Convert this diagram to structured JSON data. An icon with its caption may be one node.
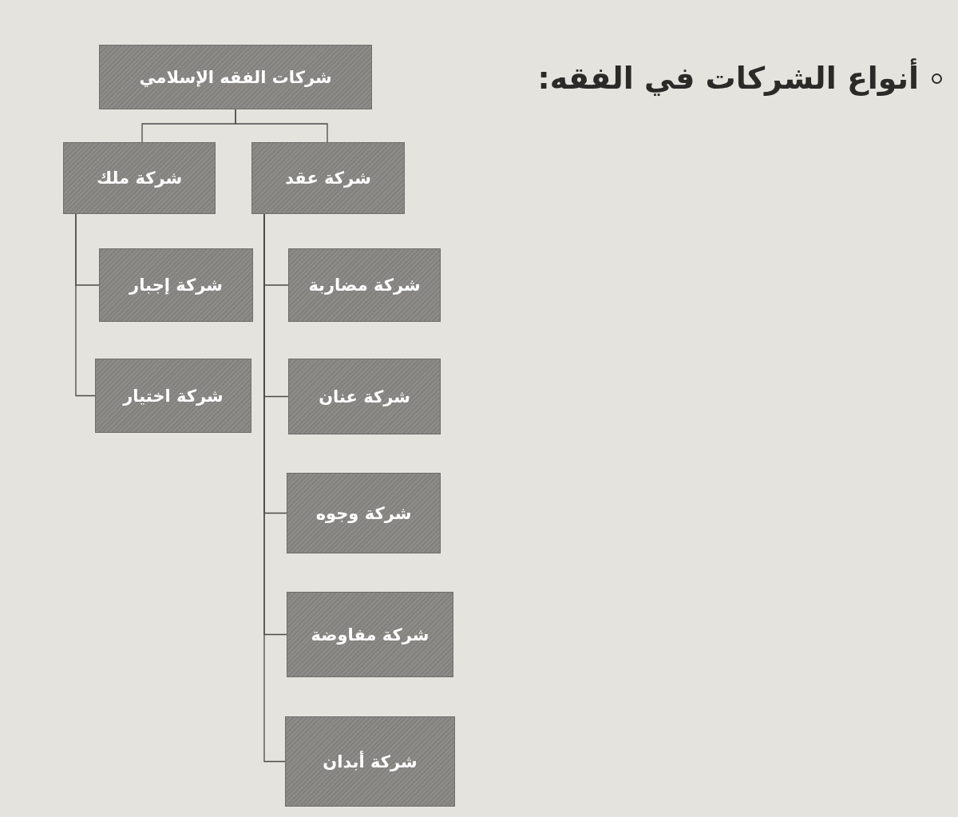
{
  "diagram": {
    "title": "أنواع الشركات في الفقه:",
    "nodes": [
      {
        "text": [
          "شركات الفقه الإسلامي"
        ]
      },
      {
        "text": [
          "شركة ملك"
        ]
      },
      {
        "text": [
          "شركة عقد"
        ]
      },
      {
        "text": [
          "شركة إجبار"
        ]
      },
      {
        "text": [
          "شركة اختيار"
        ]
      },
      {
        "text": [
          "شركة مضاربة"
        ]
      },
      {
        "text": [
          "شركة عنان"
        ]
      },
      {
        "text": [
          "شركة وجوه"
        ]
      },
      {
        "text": [
          "شركة مفاوضة"
        ]
      },
      {
        "text": [
          "شركة أبدان"
        ]
      }
    ],
    "edges": [
      {
        "from": 0,
        "to": 1,
        "arrow": "none"
      },
      {
        "from": 0,
        "to": 2,
        "arrow": "none"
      },
      {
        "from": 1,
        "to": 3,
        "arrow": "none"
      },
      {
        "from": 1,
        "to": 4,
        "arrow": "none"
      },
      {
        "from": 2,
        "to": 5,
        "arrow": "none"
      },
      {
        "from": 2,
        "to": 6,
        "arrow": "none"
      },
      {
        "from": 2,
        "to": 7,
        "arrow": "none"
      },
      {
        "from": 2,
        "to": 8,
        "arrow": "none"
      },
      {
        "from": 2,
        "to": 9,
        "arrow": "none"
      }
    ]
  }
}
